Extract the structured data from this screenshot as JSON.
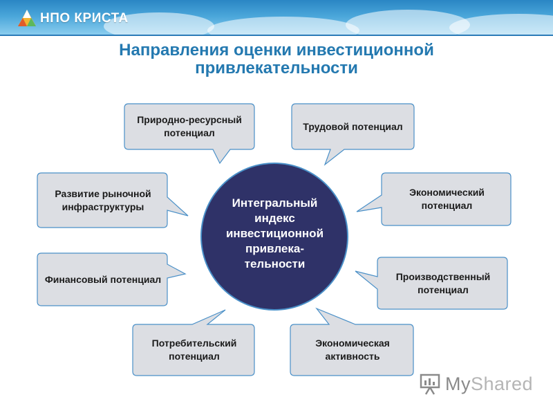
{
  "header": {
    "logo_text": "НПО КРИСТА"
  },
  "title": {
    "line1": "Направления оценки инвестиционной",
    "line2": "привлекательности"
  },
  "center": {
    "lines": [
      "Интегральный",
      "индекс",
      "инвестиционной",
      "привлека-",
      "тельности"
    ],
    "color": "#2f3268"
  },
  "nodes": [
    {
      "id": "natural",
      "text": "Природно-ресурсный потенциал"
    },
    {
      "id": "labor",
      "text": "Трудовой потенциал"
    },
    {
      "id": "market",
      "text": "Развитие рыночной инфраструктуры"
    },
    {
      "id": "economic",
      "text": "Экономический потенциал"
    },
    {
      "id": "financial",
      "text": "Финансовый потенциал"
    },
    {
      "id": "production",
      "text": "Производственный потенциал"
    },
    {
      "id": "consumer",
      "text": "Потребительский потенциал"
    },
    {
      "id": "activity",
      "text": "Экономическая активность"
    }
  ],
  "watermark": {
    "prefix": "My",
    "rest": "Shared"
  },
  "colors": {
    "bubble_fill": "#dcdee3",
    "bubble_stroke": "#4a90c8",
    "title": "#2479b0"
  }
}
